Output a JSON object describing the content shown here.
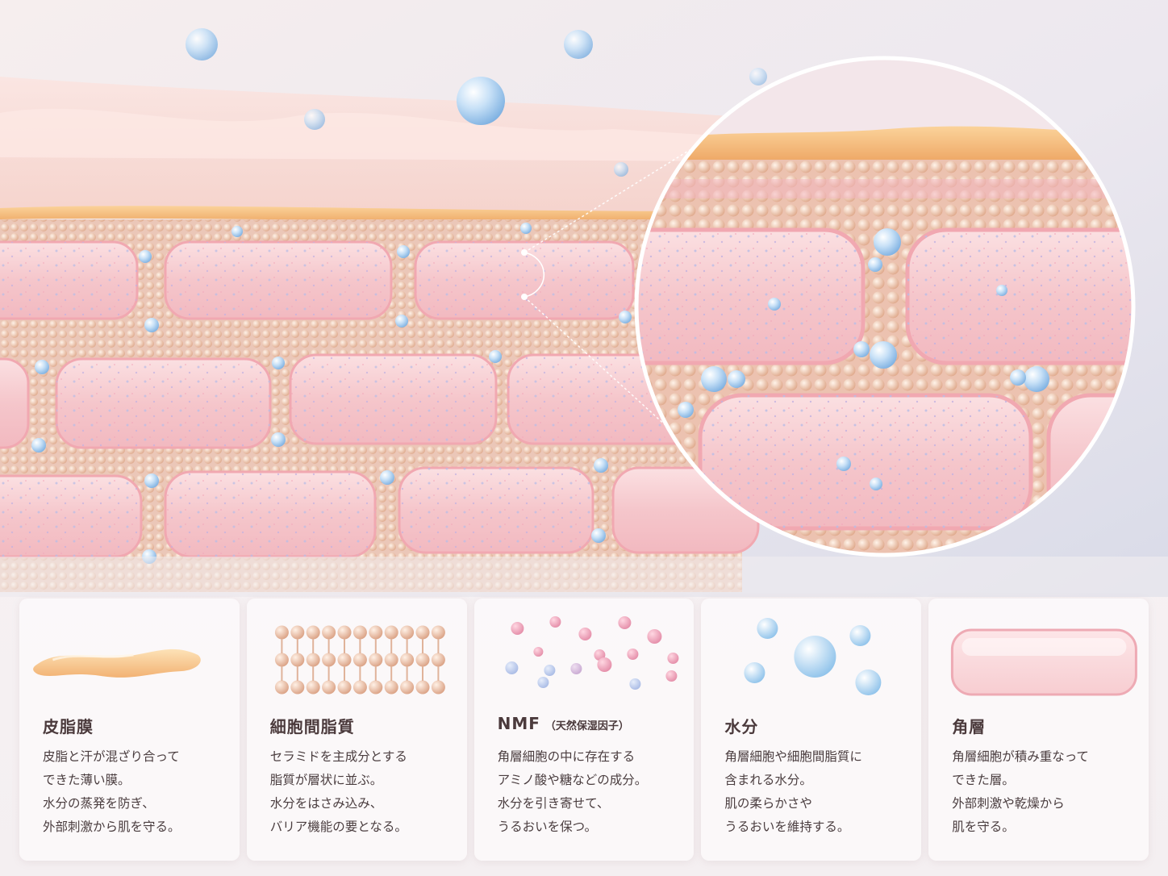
{
  "cards": [
    {
      "icon": "sebum-film-icon",
      "title": "皮脂膜",
      "title_sub": "",
      "lines": [
        "皮脂と汗が混ざり合って",
        "できた薄い膜。",
        "水分の蒸発を防ぎ、",
        "外部刺激から肌を守る。"
      ]
    },
    {
      "icon": "lipid-bilayer-icon",
      "title": "細胞間脂質",
      "title_sub": "",
      "lines": [
        "セラミドを主成分とする",
        "脂質が層状に並ぶ。",
        "水分をはさみ込み、",
        "バリア機能の要となる。"
      ]
    },
    {
      "icon": "nmf-particles-icon",
      "title": "NMF",
      "title_sub": "（天然保湿因子）",
      "lines": [
        "角層細胞の中に存在する",
        "アミノ酸や糖などの成分。",
        "水分を引き寄せて、",
        "うるおいを保つ。"
      ]
    },
    {
      "icon": "water-droplets-icon",
      "title": "水分",
      "title_sub": "",
      "lines": [
        "角層細胞や細胞間脂質に",
        "含まれる水分。",
        "肌の柔らかさや",
        "うるおいを維持する。"
      ]
    },
    {
      "icon": "corneocyte-icon",
      "title": "角層",
      "title_sub": "",
      "lines": [
        "角層細胞が積み重なって",
        "できた層。",
        "外部刺激や乾燥から",
        "肌を守る。"
      ]
    }
  ],
  "colors": {
    "sebum": "#f2b273",
    "lipid_bead": "#e7bfa6",
    "cell": "#f7cdd1",
    "nmf_pink": "#e38aa6",
    "nmf_blue": "#a7b9e4",
    "water": "#8cc1ea",
    "text": "#4a3d3f"
  }
}
